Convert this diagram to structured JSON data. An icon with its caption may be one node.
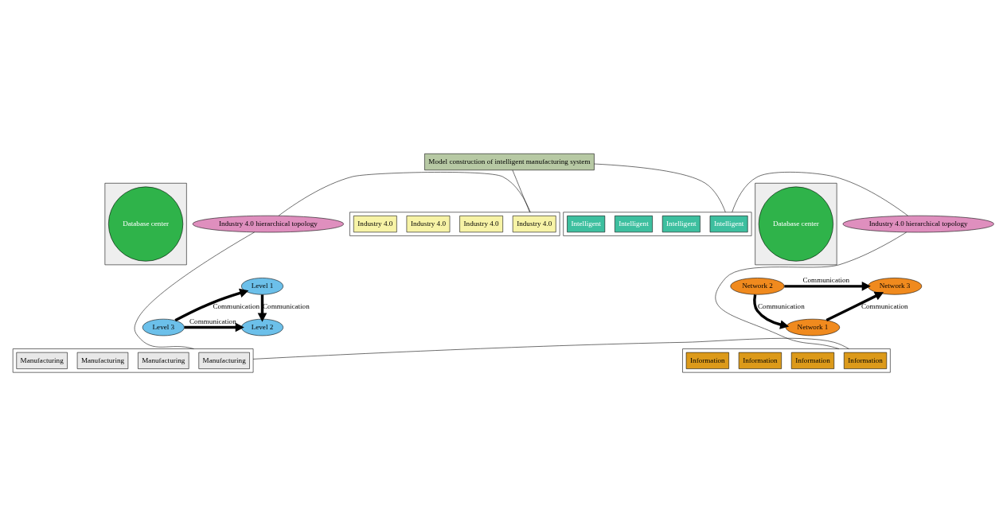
{
  "diagram": {
    "nodes": [
      {
        "text": [
          "Model construction of intelligent manufacturing system"
        ]
      },
      {
        "text": [],
        "shape": "box"
      },
      {
        "text": [
          "Industry 4.0"
        ],
        "in": 1
      },
      {
        "text": [
          "Industry 4.0"
        ],
        "in": 1
      },
      {
        "text": [
          "Industry 4.0"
        ],
        "in": 1
      },
      {
        "text": [
          "Industry 4.0"
        ],
        "in": 1
      },
      {
        "text": [],
        "shape": "box"
      },
      {
        "text": [
          "Intelligent"
        ],
        "in": 6
      },
      {
        "text": [
          "Intelligent"
        ],
        "in": 6
      },
      {
        "text": [
          "Intelligent"
        ],
        "in": 6
      },
      {
        "text": [
          "Intelligent"
        ],
        "in": 6
      },
      {
        "text": [
          "Industry 4.0 hierarchical topology"
        ]
      },
      {
        "text": [
          "Level 1"
        ]
      },
      {
        "text": [
          "Network 2"
        ]
      },
      {
        "text": [
          "Network 3"
        ]
      },
      {
        "text": [],
        "shape": "triangle"
      },
      {
        "text": [
          "Database center"
        ],
        "in": 15
      },
      {
        "text": [],
        "shape": "triangle"
      },
      {
        "text": [
          "Database center"
        ],
        "in": 17
      },
      {
        "text": [
          "Industry 4.0 hierarchical topology"
        ]
      },
      {
        "text": [
          "Level 3"
        ]
      },
      {
        "text": [
          "Level 2"
        ]
      },
      {
        "text": [
          "Network 1"
        ]
      },
      {
        "text": [],
        "shape": "box"
      },
      {
        "text": [
          "Manufacturing"
        ],
        "in": 23
      },
      {
        "text": [
          "Manufacturing"
        ],
        "in": 23
      },
      {
        "text": [
          "Manufacturing"
        ],
        "in": 23
      },
      {
        "text": [
          "Manufacturing"
        ],
        "in": 23
      },
      {
        "text": [],
        "shape": "box"
      },
      {
        "text": [
          "Information"
        ],
        "in": 28
      },
      {
        "text": [
          "Information"
        ],
        "in": 28
      },
      {
        "text": [
          "Information"
        ],
        "in": 28
      },
      {
        "text": [
          "Information"
        ],
        "in": 28
      }
    ],
    "edges": [
      {
        "from": 0,
        "to": 1,
        "arrow": "none"
      },
      {
        "from": 0,
        "to": 6,
        "arrow": "none"
      },
      {
        "from": 11,
        "to": 1,
        "arrow": "none"
      },
      {
        "from": 11,
        "to": 23,
        "arrow": "none"
      },
      {
        "from": 19,
        "to": 6,
        "arrow": "none"
      },
      {
        "from": 19,
        "to": 28,
        "arrow": "none"
      },
      {
        "from": 23,
        "to": 28,
        "arrow": "none"
      },
      {
        "from": 20,
        "to": 12,
        "arrow": "to",
        "label": "Communication",
        "style": "thick"
      },
      {
        "from": 12,
        "to": 21,
        "arrow": "to",
        "label": "Communication",
        "style": "thick"
      },
      {
        "from": 20,
        "to": 21,
        "arrow": "to",
        "label": "Communication",
        "style": "thick"
      },
      {
        "from": 13,
        "to": 14,
        "arrow": "to",
        "label": "Communication",
        "style": "thick"
      },
      {
        "from": 13,
        "to": 22,
        "arrow": "to",
        "label": "Communication",
        "style": "thick"
      },
      {
        "from": 22,
        "to": 14,
        "arrow": "to",
        "label": "Communication",
        "style": "thick"
      }
    ]
  }
}
